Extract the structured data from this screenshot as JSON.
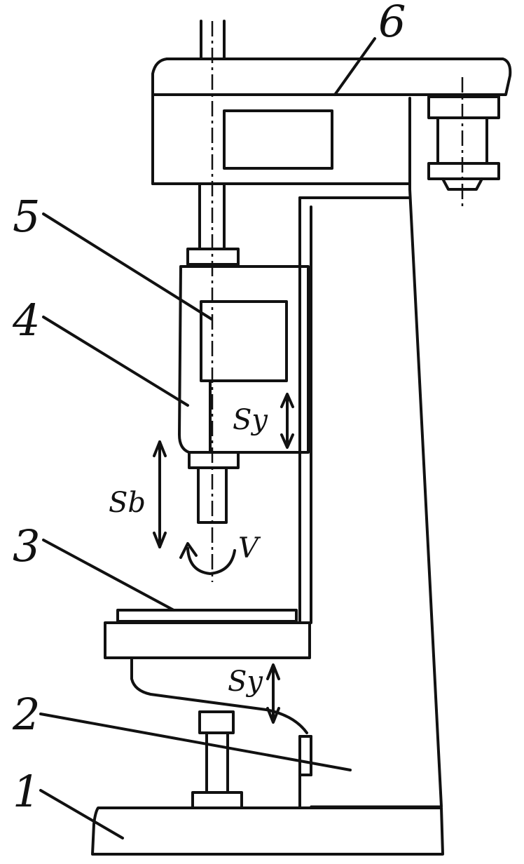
{
  "labels": {
    "n1": "1",
    "n2": "2",
    "n3": "3",
    "n4": "4",
    "n5": "5",
    "n6": "6"
  },
  "symbols": {
    "sy_head": "Sy",
    "sy_table": "Sy",
    "sb": "Sb",
    "v": "V"
  }
}
